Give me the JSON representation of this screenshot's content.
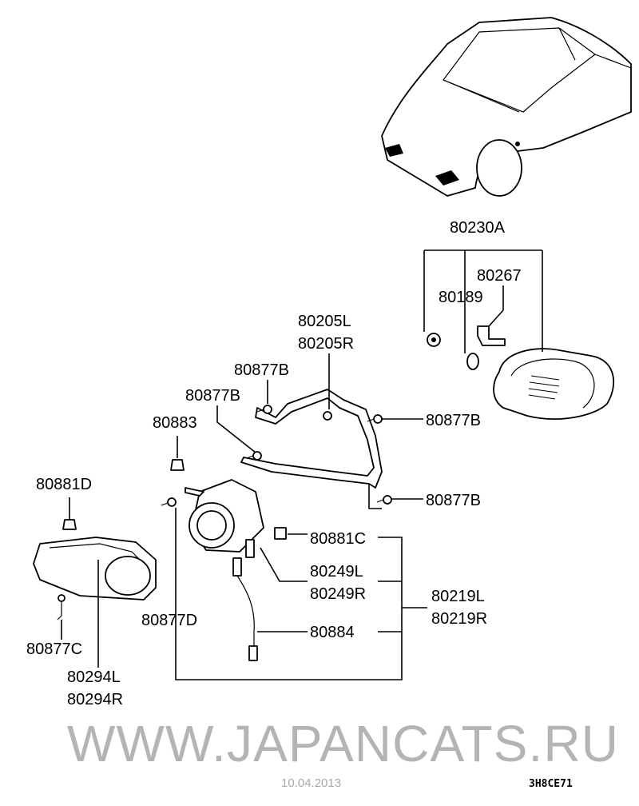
{
  "diagram": {
    "code": "3H8CE71",
    "watermark": "WWW.JAPANCATS.RU",
    "watermark_date": "10.04.2013",
    "labels": {
      "p80230A": "80230A",
      "p80267": "80267",
      "p80189": "80189",
      "p80205L": "80205L",
      "p80205R": "80205R",
      "p80877B_a": "80877B",
      "p80877B_b": "80877B",
      "p80877B_c": "80877B",
      "p80877B_d": "80877B",
      "p80883": "80883",
      "p80881D": "80881D",
      "p80881C": "80881C",
      "p80249L": "80249L",
      "p80249R": "80249R",
      "p80219L": "80219L",
      "p80219R": "80219R",
      "p80877D": "80877D",
      "p80884": "80884",
      "p80877C": "80877C",
      "p80294L": "80294L",
      "p80294R": "80294R"
    }
  }
}
